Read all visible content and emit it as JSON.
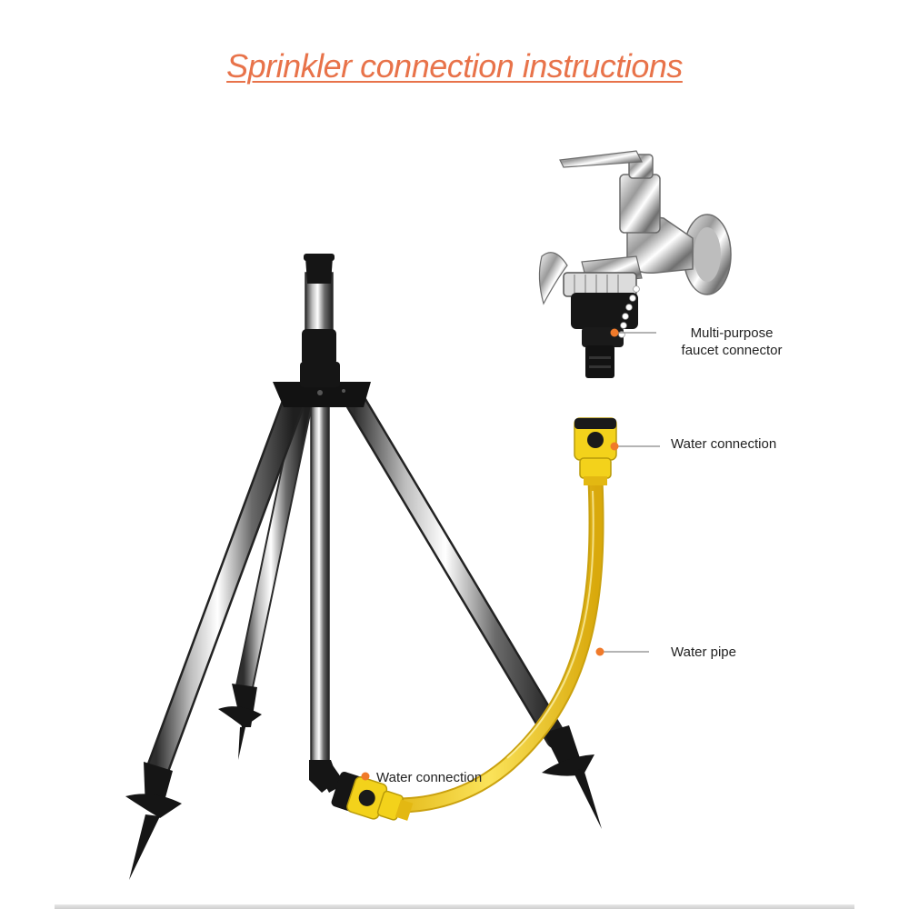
{
  "title": "Sprinkler connection instructions",
  "labels": {
    "faucet_connector": [
      "Multi-purpose",
      "faucet connector"
    ],
    "water_connection_top": "Water connection",
    "water_pipe": "Water pipe",
    "water_connection_bottom": "Water connection"
  },
  "colors": {
    "title": "#e8734a",
    "accent_dot": "#f07a2a",
    "pipe_yellow": "#f6cf2a",
    "connector_yellow": "#f3d21b",
    "black_plastic": "#151515",
    "steel_light": "#f4f4f4",
    "steel_dark": "#3a3a3a"
  }
}
